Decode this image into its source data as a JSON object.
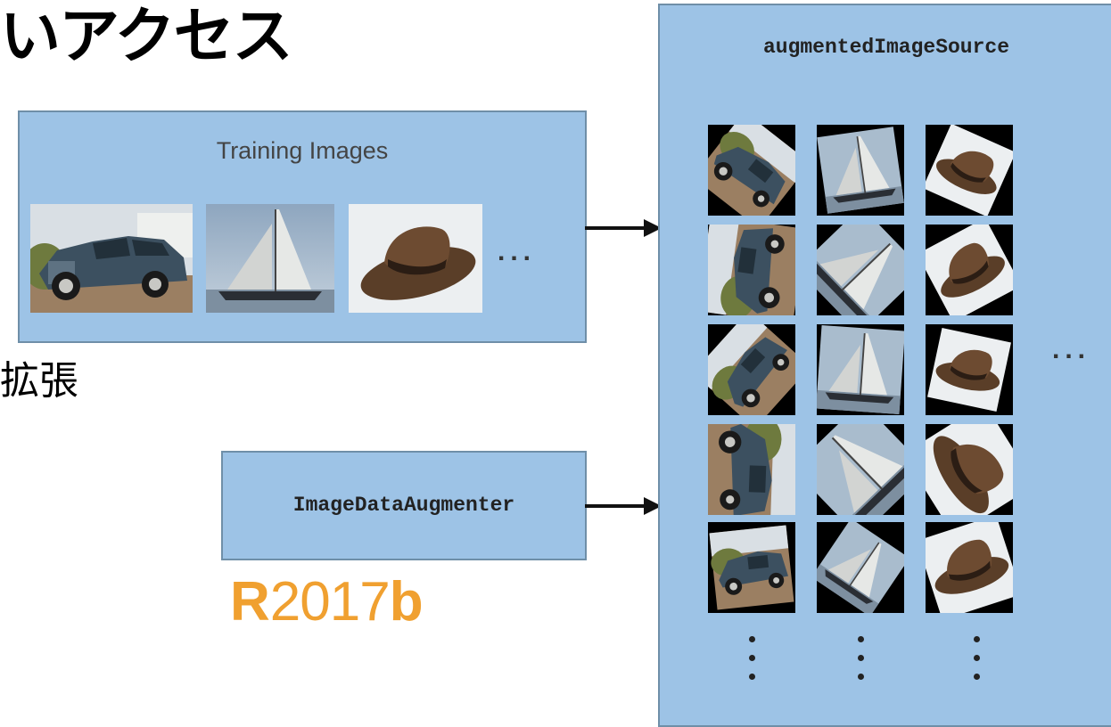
{
  "title": "いアクセス",
  "left_label": "拡張",
  "training": {
    "title": "Training Images",
    "images": [
      "car",
      "sailboat",
      "hat"
    ],
    "ellipsis": "..."
  },
  "augmenter": {
    "label": "ImageDataAugmenter"
  },
  "release_badge": {
    "prefix": "R",
    "year": "2017",
    "suffix": "b"
  },
  "augmented_source": {
    "label": "augmentedImageSource",
    "ellipsis": "...",
    "columns": 3,
    "rows": 5,
    "grid": [
      [
        "car",
        "sailboat",
        "hat"
      ],
      [
        "car",
        "sailboat",
        "hat"
      ],
      [
        "car",
        "sailboat",
        "hat"
      ],
      [
        "car",
        "sailboat",
        "hat"
      ],
      [
        "car",
        "sailboat",
        "hat"
      ]
    ]
  },
  "colors": {
    "box_fill": "#9dc3e6",
    "box_border": "#6f8fa8",
    "release_orange": "#f0a030",
    "arrow": "#111111"
  }
}
